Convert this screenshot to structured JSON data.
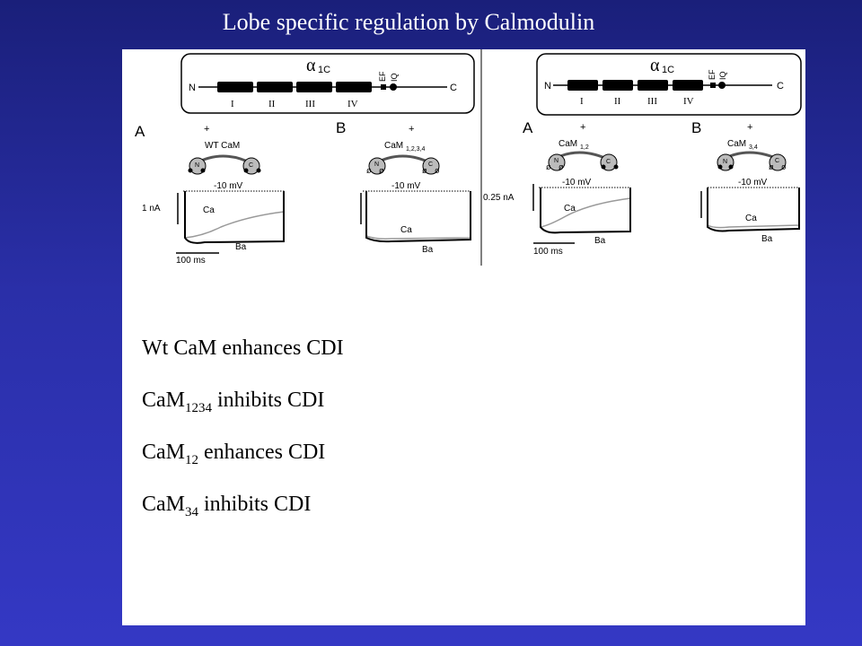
{
  "slide": {
    "title": "Lobe specific regulation by Calmodulin"
  },
  "figure": {
    "channel": {
      "label": "α",
      "label_sub": "1C",
      "n_term": "N",
      "c_term": "C",
      "domains": [
        "I",
        "II",
        "III",
        "IV"
      ],
      "ef": "EF",
      "iq": "IQ"
    },
    "left": {
      "panel_a": "A",
      "panel_b": "B",
      "plus": "+",
      "cam_a": "WT CaM",
      "cam_b_base": "CaM",
      "cam_b_sub": "1,2,3,4",
      "voltage": "-10 mV",
      "scale_current": "1 nA",
      "scale_time": "100 ms",
      "trace_ca": "Ca",
      "trace_ba": "Ba",
      "lobe_n": "N",
      "lobe_c": "C"
    },
    "right": {
      "panel_a": "A",
      "panel_b": "B",
      "plus": "+",
      "cam_a_base": "CaM",
      "cam_a_sub": "1,2",
      "cam_b_base": "CaM",
      "cam_b_sub": "3,4",
      "voltage": "-10 mV",
      "scale_current": "0.25 nA",
      "scale_time": "100 ms",
      "trace_ca": "Ca",
      "trace_ba": "Ba",
      "lobe_n": "N",
      "lobe_c": "C"
    }
  },
  "bullets": [
    {
      "base": "Wt CaM",
      "sub": "",
      "rest": " enhances CDI"
    },
    {
      "base": "CaM",
      "sub": "1234",
      "rest": " inhibits CDI"
    },
    {
      "base": "CaM",
      "sub": "12",
      "rest": " enhances CDI"
    },
    {
      "base": "CaM",
      "sub": "34",
      "rest": " inhibits CDI"
    }
  ]
}
